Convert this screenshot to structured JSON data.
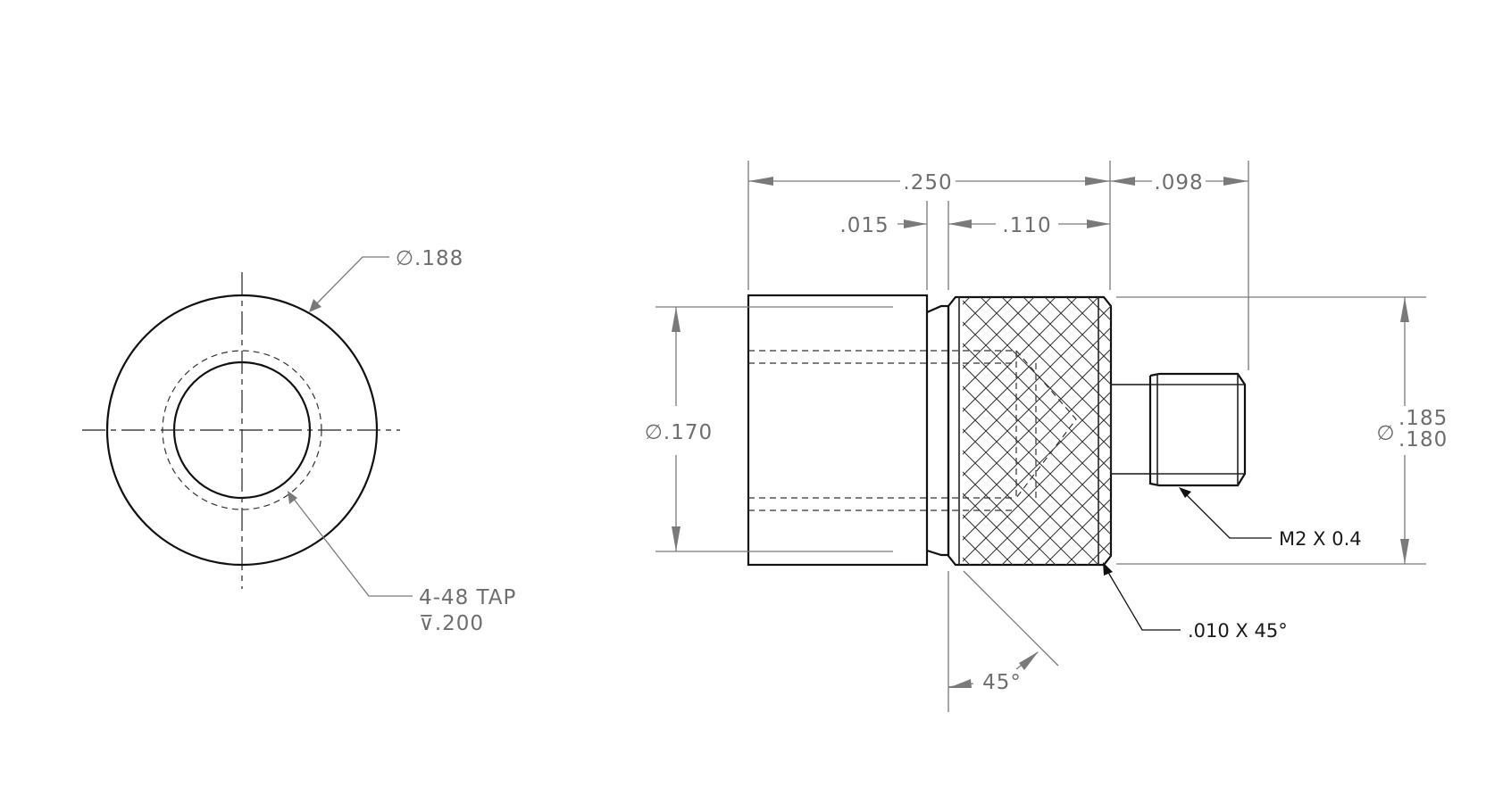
{
  "drawing": {
    "end_view": {
      "diameter_label": "∅.188",
      "tap_label": "4-48 TAP",
      "tap_depth_label": "⊽.200"
    },
    "side_view": {
      "overall_length": ".250",
      "stud_length": ".098",
      "groove_width": ".015",
      "knurl_length": ".110",
      "body_diameter": "∅.170",
      "knurl_diameter_upper": ".185",
      "knurl_diameter_lower": ".180",
      "knurl_diameter_symbol": "∅",
      "thread_note": "M2 X 0.4",
      "chamfer_note": ".010 X 45°",
      "angle_note": "45°"
    }
  }
}
